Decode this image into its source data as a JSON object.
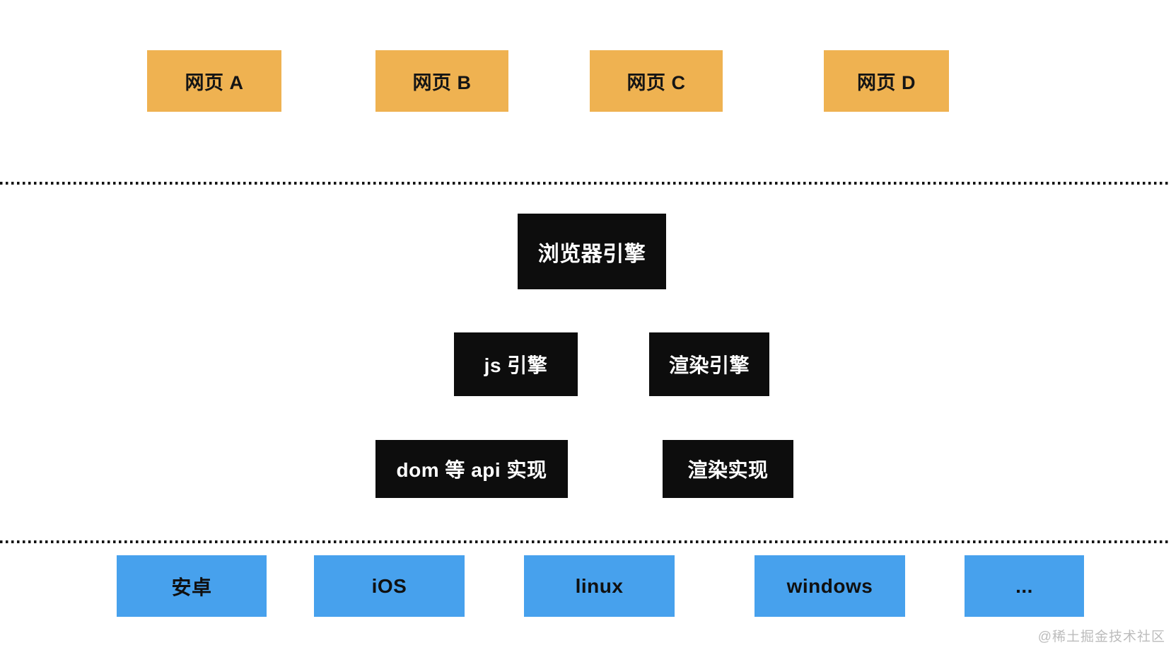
{
  "diagram": {
    "title_hint": "browser architecture layers",
    "webpage_layer": {
      "box_color": "#efb251",
      "text_color": "#151515",
      "items": [
        {
          "label": "网页 A"
        },
        {
          "label": "网页 B"
        },
        {
          "label": "网页 C"
        },
        {
          "label": "网页 D"
        }
      ]
    },
    "separator": {
      "style": "dotted",
      "color": "#141414"
    },
    "engine_layer": {
      "box_color": "#0d0d0d",
      "text_color": "#ffffff",
      "browser_engine": {
        "label": "浏览器引擎"
      },
      "js_engine": {
        "label": "js 引擎"
      },
      "render_engine": {
        "label": "渲染引擎"
      },
      "dom_api_impl": {
        "label": "dom 等 api 实现"
      },
      "render_impl": {
        "label": "渲染实现"
      }
    },
    "platform_layer": {
      "box_color": "#47a1ed",
      "text_color": "#101010",
      "items": [
        {
          "label": "安卓"
        },
        {
          "label": "iOS"
        },
        {
          "label": "linux"
        },
        {
          "label": "windows"
        },
        {
          "label": "..."
        }
      ]
    },
    "watermark": {
      "label": "@稀土掘金技术社区",
      "color": "#bcbcbc"
    }
  }
}
